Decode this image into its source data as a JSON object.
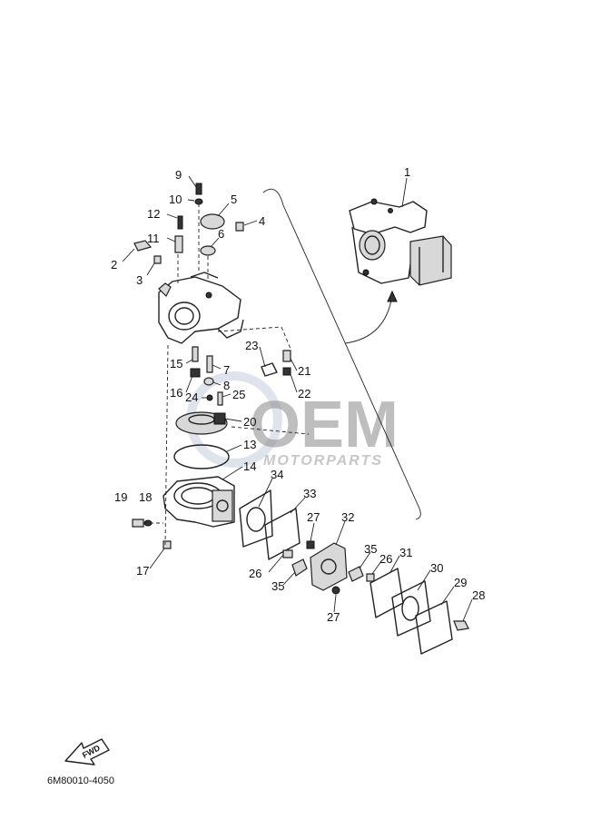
{
  "diagram": {
    "callouts": [
      "1",
      "2",
      "3",
      "4",
      "5",
      "6",
      "7",
      "8",
      "9",
      "10",
      "11",
      "12",
      "13",
      "14",
      "15",
      "16",
      "17",
      "18",
      "19",
      "20",
      "21",
      "22",
      "23",
      "24",
      "25",
      "26",
      "26",
      "27",
      "27",
      "28",
      "29",
      "30",
      "31",
      "32",
      "33",
      "34",
      "35",
      "35"
    ],
    "watermark_main": "OEM",
    "watermark_sub": "MOTORPARTS",
    "fwd_label": "FWD",
    "part_code": "6M80010-4050"
  },
  "colors": {
    "line": "#222222",
    "watermark": "#8a8a8a"
  }
}
